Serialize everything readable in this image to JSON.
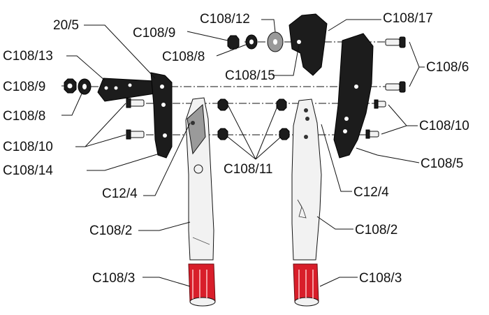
{
  "colors": {
    "grip": "#d81e2a",
    "blade": "#1c1c1c",
    "handle": "#f2f2f2",
    "ink": "#111111"
  },
  "icons": [
    "lever-arm-part",
    "blade-part",
    "jaw-part",
    "handle-part",
    "grip-part",
    "nut-part",
    "washer-part",
    "screw-part"
  ],
  "labels": {
    "l_20_5": "20/5",
    "l_c108_12": "C108/12",
    "l_c108_17": "C108/17",
    "l_c108_9_top": "C108/9",
    "l_c108_8_top": "C108/8",
    "l_c108_15": "C108/15",
    "l_c108_13": "C108/13",
    "l_c108_6": "C108/6",
    "l_c108_9_left": "C108/9",
    "l_c108_8_left": "C108/8",
    "l_c108_10_left": "C108/10",
    "l_c108_10_right": "C108/10",
    "l_c108_14": "C108/14",
    "l_c108_5": "C108/5",
    "l_c108_11": "C108/11",
    "l_c12_4_left": "C12/4",
    "l_c12_4_right": "C12/4",
    "l_c108_2_left": "C108/2",
    "l_c108_2_right": "C108/2",
    "l_c108_3_left": "C108/3",
    "l_c108_3_right": "C108/3"
  }
}
